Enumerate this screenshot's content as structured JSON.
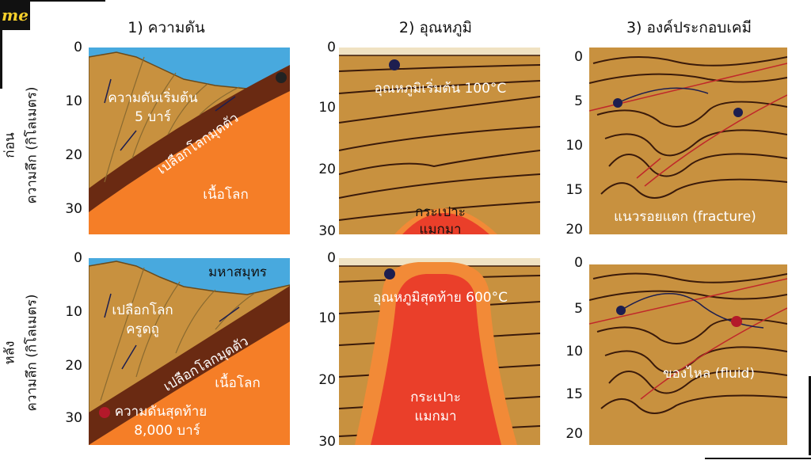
{
  "logo": "me",
  "columns": [
    {
      "title": "1) ความดัน"
    },
    {
      "title": "2) อุณหภูมิ"
    },
    {
      "title": "3) องค์ประกอบเคมี"
    }
  ],
  "rows": {
    "before": "ก่อน",
    "after": "หลัง",
    "depth_axis": "ความลึก (กิโลเมตร)"
  },
  "ticks_30": [
    "0",
    "10",
    "20",
    "30"
  ],
  "ticks_20": [
    "0",
    "5",
    "10",
    "15",
    "20"
  ],
  "panel1_before": {
    "pressure_start_line1": "ความดันเริ่มต้น",
    "pressure_start_line2": "5 บาร์",
    "subducting_plate": "เปลือกโลกมุดตัว",
    "mantle": "เนื้อโลก"
  },
  "panel1_after": {
    "ocean": "มหาสมุทร",
    "crust_line1": "เปลือกโลก",
    "crust_line2": "ครูดถู",
    "subducting_plate": "เปลือกโลกมุดตัว",
    "mantle": "เนื้อโลก",
    "pressure_end_line1": "ความดันสุดท้าย",
    "pressure_end_line2": "8,000 บาร์"
  },
  "panel2_before": {
    "temp_start": "อุณหภูมิเริ่มต้น 100°C",
    "magma_line1": "กระเปาะ",
    "magma_line2": "แมกมา"
  },
  "panel2_after": {
    "temp_end": "อุณหภูมิสุดท้าย 600°C",
    "magma_line1": "กระเปาะ",
    "magma_line2": "แมกมา"
  },
  "panel3_before": {
    "fracture": "แนวรอยแตก (fracture)"
  },
  "panel3_after": {
    "fluid": "ของไหล (fluid)"
  },
  "colors": {
    "crust": "#c8913f",
    "ocean": "#48a9de",
    "mantle": "#f57e27",
    "slab": "#6a2a12",
    "magma_red": "#ea3f2a",
    "magma_halo": "#f28a37",
    "fluid_dot": "#b3192a",
    "path_dot": "#1d1e4f",
    "fracture": "#c0282a"
  }
}
